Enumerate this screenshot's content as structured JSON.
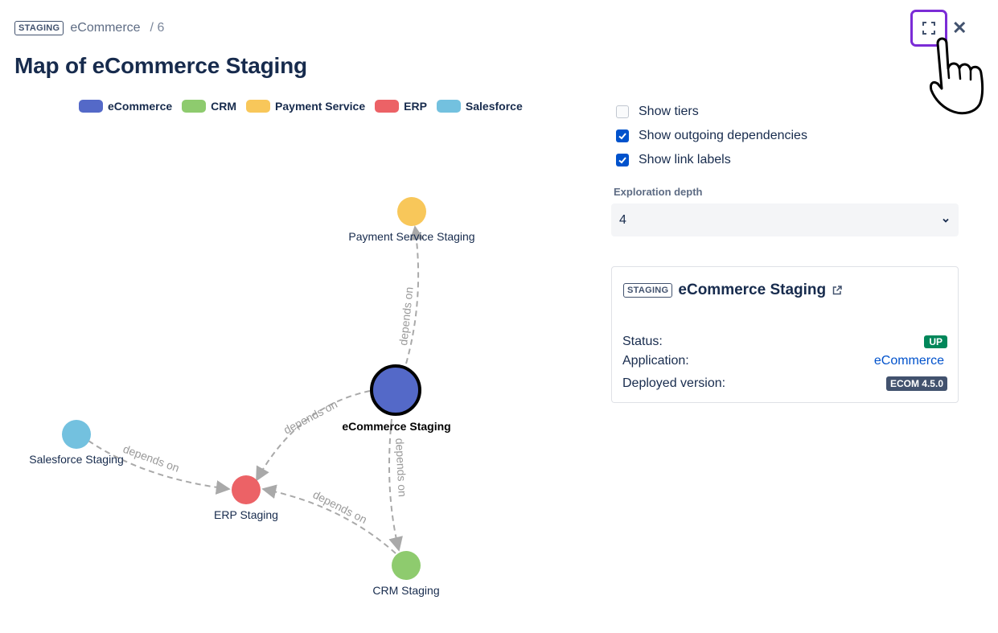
{
  "breadcrumb": {
    "badge": "STAGING",
    "app": "eCommerce",
    "sep": "/ 6"
  },
  "title": "Map of eCommerce Staging",
  "legend": [
    {
      "label": "eCommerce",
      "color": "#5469c8"
    },
    {
      "label": "CRM",
      "color": "#8ecb6e"
    },
    {
      "label": "Payment Service",
      "color": "#f8c75a"
    },
    {
      "label": "ERP",
      "color": "#ec6266"
    },
    {
      "label": "Salesforce",
      "color": "#73c1df"
    }
  ],
  "graph": {
    "nodes": {
      "payment": {
        "label": "Payment Service Staging",
        "color": "#f8c75a"
      },
      "ecommerce": {
        "label": "eCommerce Staging",
        "color": "#5469c8"
      },
      "salesforce": {
        "label": "Salesforce Staging",
        "color": "#73c1df"
      },
      "erp": {
        "label": "ERP Staging",
        "color": "#ec6266"
      },
      "crm": {
        "label": "CRM Staging",
        "color": "#8ecb6e"
      }
    },
    "link_label": "depends on"
  },
  "options": {
    "show_tiers": "Show tiers",
    "show_outgoing": "Show outgoing dependencies",
    "show_link_labels": "Show link labels"
  },
  "depth": {
    "label": "Exploration depth",
    "value": "4"
  },
  "card": {
    "badge": "STAGING",
    "title": "eCommerce Staging",
    "status_label": "Status:",
    "status_value": "UP",
    "app_label": "Application:",
    "app_value": "eCommerce",
    "version_label": "Deployed version:",
    "version_value": "ECOM 4.5.0"
  },
  "icons": {
    "expand": "expand-icon",
    "close": "close-icon",
    "external": "external-link-icon",
    "chevron": "chevron-down-icon",
    "check": "check-icon"
  }
}
